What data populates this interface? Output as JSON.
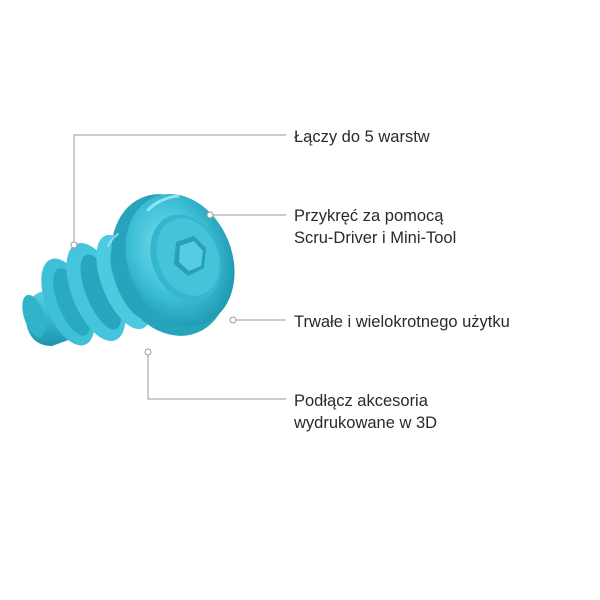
{
  "product": {
    "icon": "screw-rivet-fastener",
    "color": "#3dbfd6"
  },
  "callouts": [
    {
      "lines": [
        "Łączy do 5 warstw"
      ]
    },
    {
      "lines": [
        "Przykręć za pomocą",
        "Scru-Driver i Mini-Tool"
      ]
    },
    {
      "lines": [
        "Trwałe i wielokrotnego użytku"
      ]
    },
    {
      "lines": [
        "Podłącz akcesoria",
        "wydrukowane w 3D"
      ]
    }
  ],
  "colors": {
    "leader_line": "#9a9a9a",
    "text": "#2a2a2a",
    "background": "#ffffff"
  }
}
